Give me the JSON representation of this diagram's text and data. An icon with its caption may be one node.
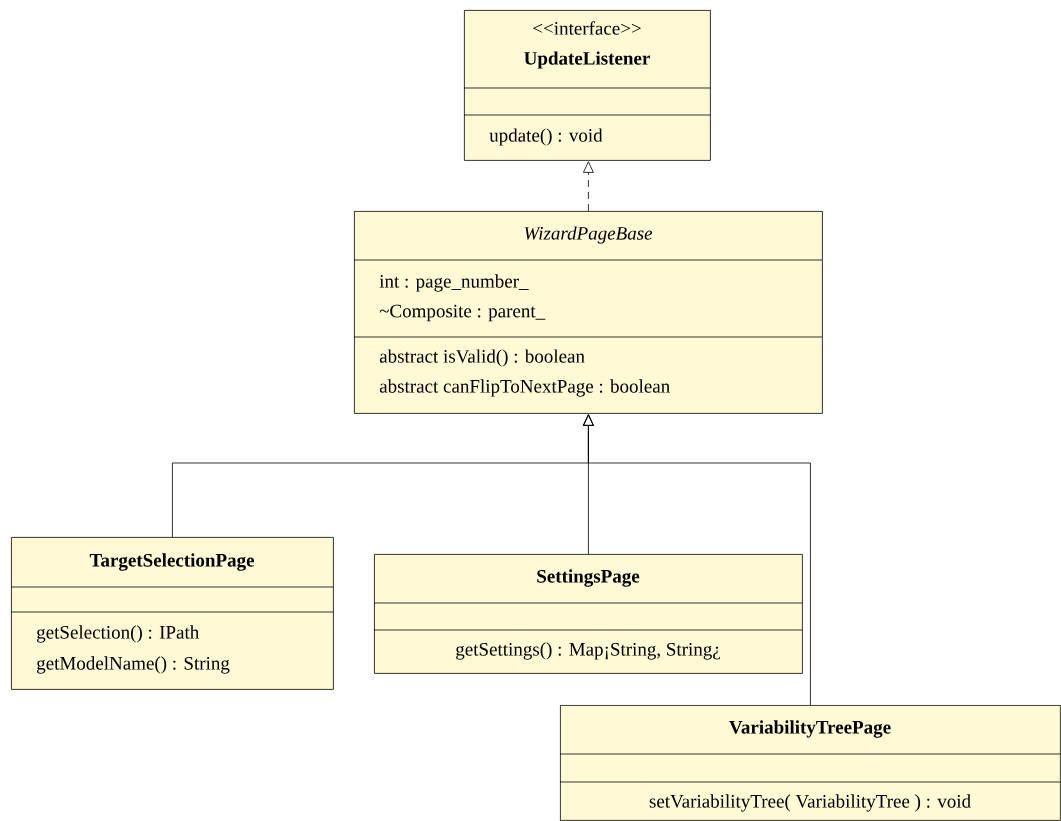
{
  "diagram": {
    "nodes": [
      {
        "text": [
          "<<interface>>",
          "UpdateListener",
          "update() : void"
        ]
      },
      {
        "text": [
          "WizardPageBase",
          "int : page_number_",
          "~Composite : parent_",
          "abstract isValid() : boolean",
          "abstract canFlipToNextPage : boolean"
        ]
      },
      {
        "text": [
          "TargetSelectionPage",
          "getSelection() : IPath",
          "getModelName() : String"
        ]
      },
      {
        "text": [
          "SettingsPage",
          "getSettings() : Map¡String, String¿"
        ]
      },
      {
        "text": [
          "VariabilityTreePage",
          "setVariabilityTree( VariabilityTree ) : void"
        ]
      }
    ],
    "edges": [
      {
        "from": 1,
        "to": 0,
        "arrow": "to",
        "style": "dashed"
      },
      {
        "from": 2,
        "to": 1,
        "arrow": "to"
      },
      {
        "from": 3,
        "to": 1,
        "arrow": "to"
      },
      {
        "from": 4,
        "to": 1,
        "arrow": "to"
      }
    ]
  }
}
